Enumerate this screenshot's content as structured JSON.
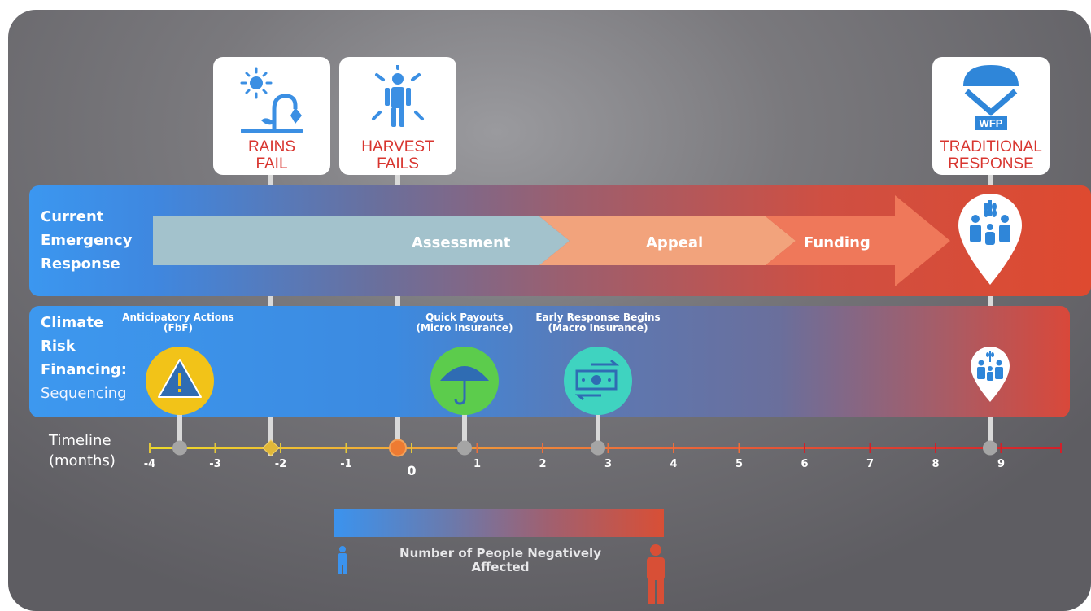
{
  "cards": {
    "rains_fail": [
      "RAINS",
      "FAIL"
    ],
    "harvest_fails": [
      "HARVEST",
      "FAILS"
    ],
    "traditional_response": [
      "TRADITIONAL",
      "RESPONSE"
    ],
    "wfp_logo_text": "WFP"
  },
  "current_emergency_response": {
    "title": [
      "Current",
      "Emergency",
      "Response"
    ],
    "stages": [
      "Assessment",
      "Appeal",
      "Funding"
    ]
  },
  "climate_risk_financing": {
    "title": [
      "Climate",
      "Risk",
      "Financing:"
    ],
    "subtitle": "Sequencing",
    "actions": [
      {
        "label": [
          "Anticipatory Actions",
          "(FbF)"
        ],
        "icon": "warning-icon",
        "color": "#f2c318"
      },
      {
        "label": [
          "Quick Payouts",
          "(Micro Insurance)"
        ],
        "icon": "umbrella-icon",
        "color": "#5ccc4c"
      },
      {
        "label": [
          "Early Response Begins",
          "(Macro Insurance)"
        ],
        "icon": "cash-transfer-icon",
        "color": "#3fd3c0"
      }
    ]
  },
  "timeline": {
    "title": [
      "Timeline",
      "(months)"
    ],
    "ticks": [
      "-4",
      "-3",
      "-2",
      "-1",
      "0",
      "1",
      "2",
      "3",
      "4",
      "5",
      "6",
      "7",
      "8",
      "9"
    ]
  },
  "legend": {
    "label": [
      "Number of People Negatively",
      "Affected"
    ],
    "color_low": "#3b93ee",
    "color_high": "#d84f36"
  }
}
